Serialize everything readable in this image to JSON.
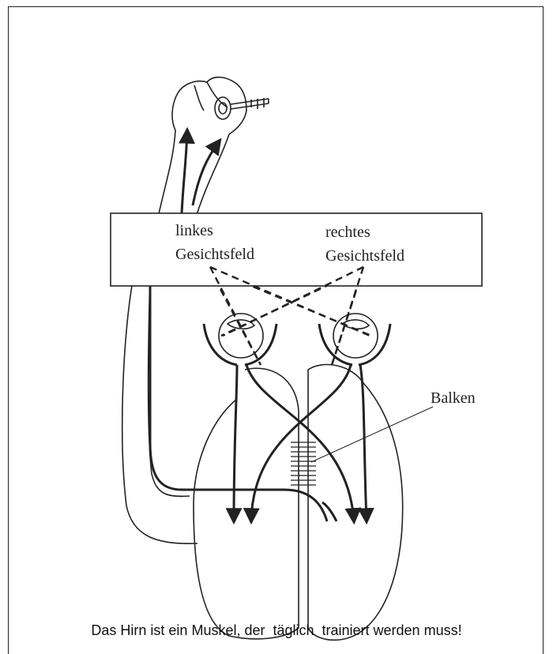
{
  "figure": {
    "visual_field_box": {
      "left_label_line1": "linkes",
      "left_label_line2": "Gesichtsfeld",
      "right_label_line1": "rechtes",
      "right_label_line2": "Gesichtsfeld"
    },
    "balken_label": "Balken",
    "icons": [
      "hand-holding-key-icon",
      "eye-icon",
      "arrow-icon"
    ]
  },
  "caption": "Das Hirn ist ein Muskel, der  täglich  trainiert werden muss!"
}
